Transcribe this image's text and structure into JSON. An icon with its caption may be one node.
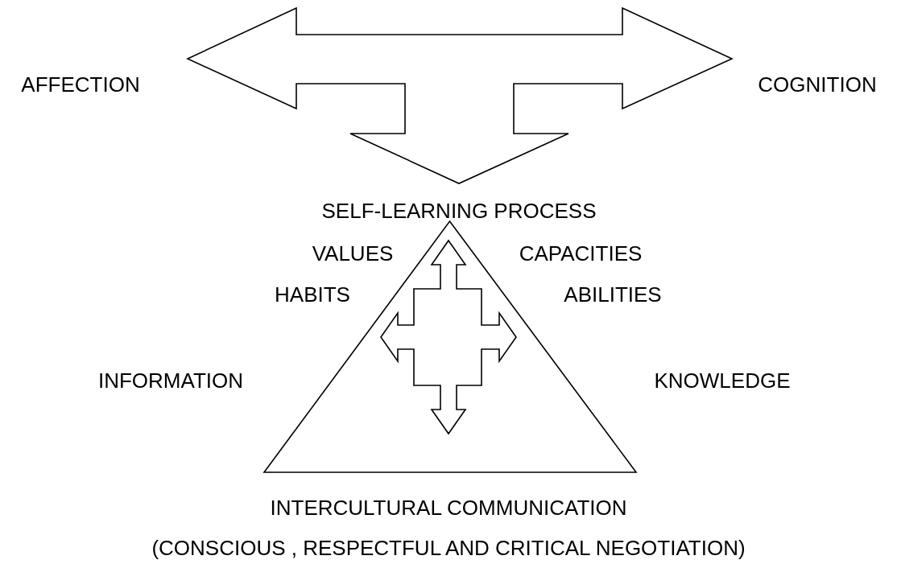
{
  "diagram": {
    "nodes": [
      {
        "text": [],
        "shape": "arrow"
      },
      {
        "text": [
          "AFFECTION"
        ]
      },
      {
        "text": [
          "COGNITION"
        ]
      },
      {
        "text": [
          "SELF-LEARNING PROCESS"
        ]
      },
      {
        "text": [],
        "shape": "triangle"
      },
      {
        "text": [],
        "shape": "arrow",
        "in": 4
      }
    ],
    "labels": [
      "VALUES",
      "CAPACITIES",
      "HABITS",
      "ABILITIES",
      "INFORMATION",
      "KNOWLEDGE",
      "INTERCULTURAL COMMUNICATION",
      "(CONSCIOUS , RESPECTFUL AND CRITICAL NEGOTIATION)"
    ]
  }
}
